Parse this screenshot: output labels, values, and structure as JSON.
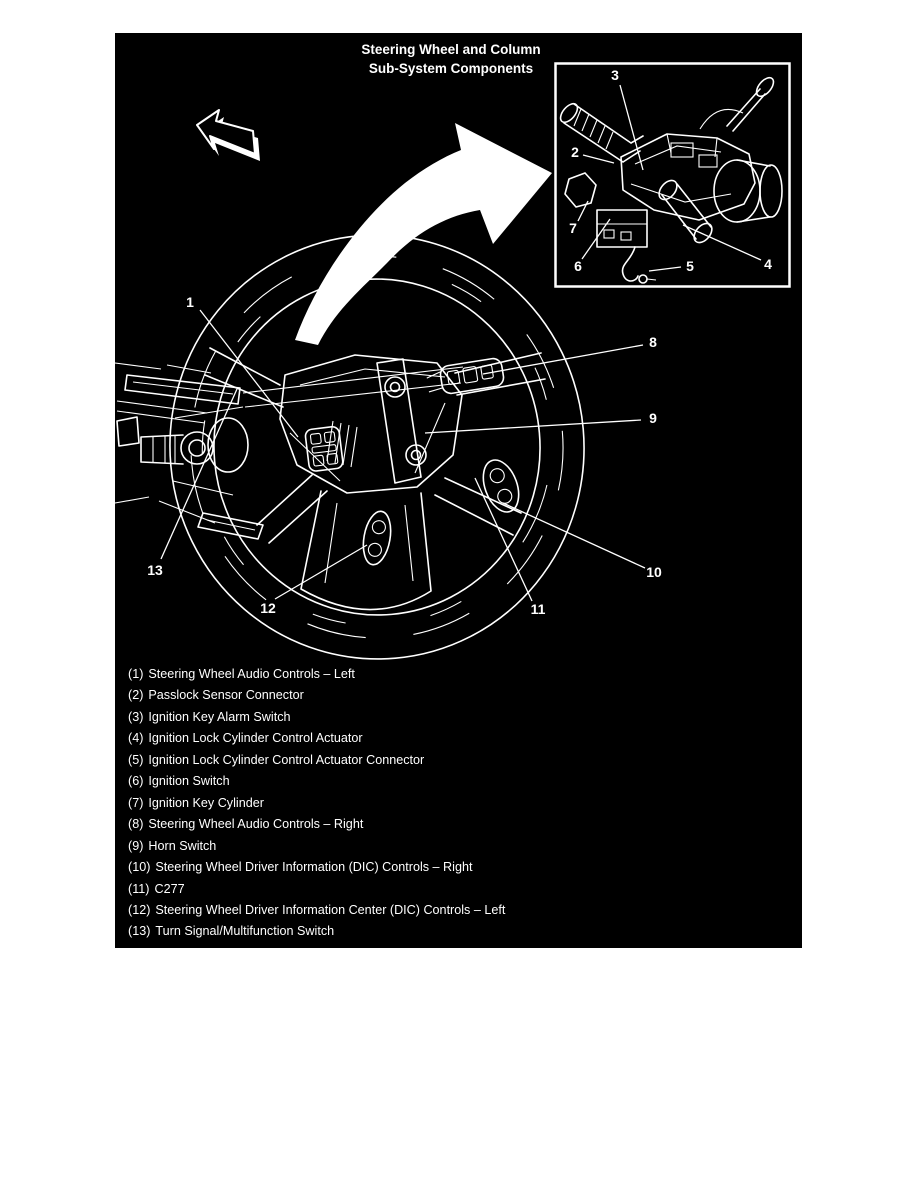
{
  "colors": {
    "page_background": "#ffffff",
    "panel_background": "#000000",
    "ink": "#ffffff"
  },
  "title": {
    "line1": "Steering Wheel and Column",
    "line2": "Sub-System Components"
  },
  "icons": {
    "direction_arrow": "3d-block-arrow-pointing-upper-left",
    "zoom_arrow": "large-curved-arrow-from-wheel-to-column-inset"
  },
  "callouts": {
    "wheel": [
      {
        "n": "1"
      },
      {
        "n": "8"
      },
      {
        "n": "9"
      },
      {
        "n": "10"
      },
      {
        "n": "11"
      },
      {
        "n": "12"
      },
      {
        "n": "13"
      }
    ],
    "inset": [
      {
        "n": "2"
      },
      {
        "n": "3"
      },
      {
        "n": "4"
      },
      {
        "n": "5"
      },
      {
        "n": "6"
      },
      {
        "n": "7"
      }
    ]
  },
  "legend": {
    "items": [
      {
        "num": "(1)",
        "label": "Steering Wheel Audio Controls – Left"
      },
      {
        "num": "(2)",
        "label": "Passlock Sensor Connector"
      },
      {
        "num": "(3)",
        "label": "Ignition Key Alarm Switch"
      },
      {
        "num": "(4)",
        "label": "Ignition Lock Cylinder Control Actuator"
      },
      {
        "num": "(5)",
        "label": "Ignition Lock Cylinder Control Actuator Connector"
      },
      {
        "num": "(6)",
        "label": "Ignition Switch"
      },
      {
        "num": "(7)",
        "label": "Ignition Key Cylinder"
      },
      {
        "num": "(8)",
        "label": "Steering Wheel Audio Controls – Right"
      },
      {
        "num": "(9)",
        "label": "Horn Switch"
      },
      {
        "num": "(10)",
        "label": "Steering Wheel Driver Information (DIC) Controls – Right"
      },
      {
        "num": "(11)",
        "label": "C277"
      },
      {
        "num": "(12)",
        "label": "Steering Wheel Driver Information Center (DIC) Controls – Left"
      },
      {
        "num": "(13)",
        "label": "Turn Signal/Multifunction Switch"
      }
    ]
  }
}
